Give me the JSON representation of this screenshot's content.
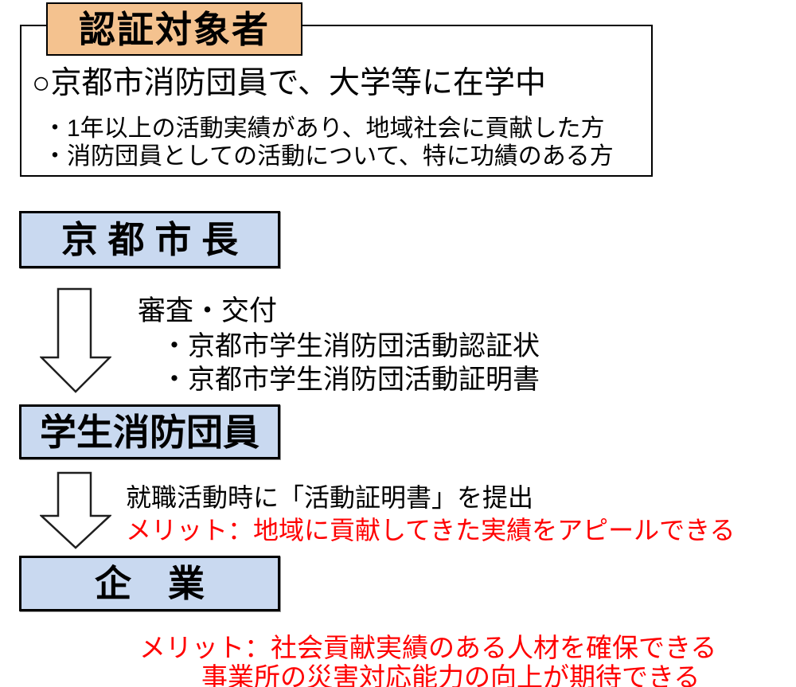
{
  "colors": {
    "header_bg": "#f4c28f",
    "flow_box_bg": "#c9d9f0",
    "border": "#000000",
    "merit_red": "#ff0000",
    "arrow_fill": "#ffffff",
    "arrow_stroke": "#1f1f1f"
  },
  "target_box": {
    "header": "認証対象者",
    "line1": "○京都市消防団員で、大学等に在学中",
    "bullet1": "・1年以上の活動実績があり、地域社会に貢献した方",
    "bullet2": "・消防団員としての活動について、特に功績のある方"
  },
  "flow": {
    "mayor_label": "京 都 市 長",
    "step1_title": "審査・交付",
    "step1_bullet1": "・京都市学生消防団活動認証状",
    "step1_bullet2": "・京都市学生消防団活動証明書",
    "student_label": "学生消防団員",
    "step2_line1": "就職活動時に「活動証明書」を提出",
    "step2_merit": "メリット：地域に貢献してきた実績をアピールできる",
    "company_label": "企　業",
    "company_merit1": "メリット：社会貢献実績のある人材を確保できる",
    "company_merit2": "事業所の災害対応能力の向上が期待できる"
  },
  "icons": [
    {
      "name": "down-arrow-icon",
      "meaning": "flow direction from mayor to student member"
    },
    {
      "name": "down-arrow-icon",
      "meaning": "flow direction from student member to company"
    }
  ]
}
